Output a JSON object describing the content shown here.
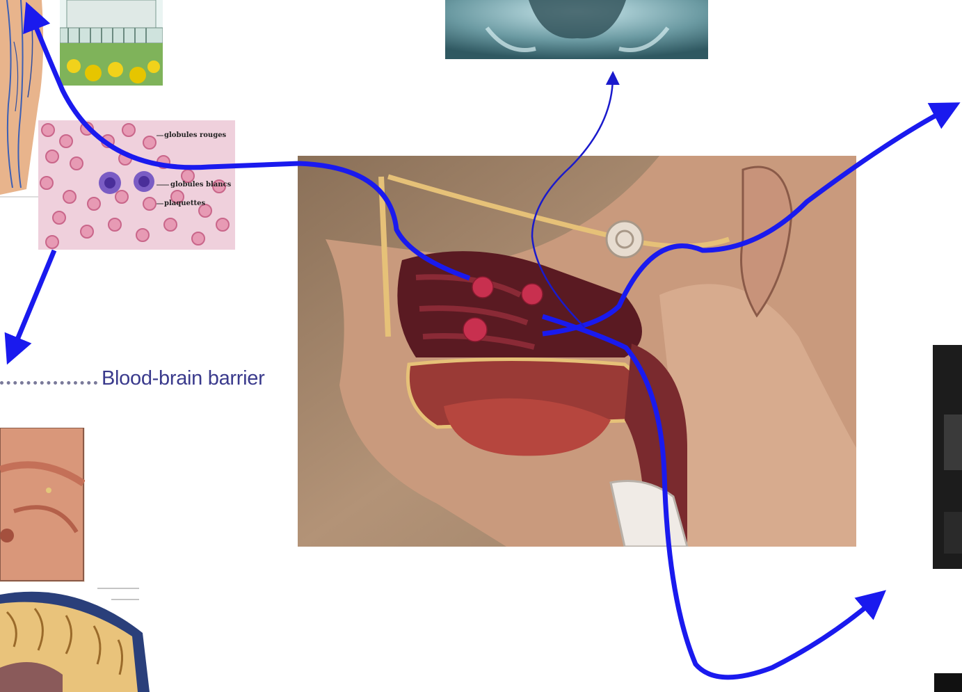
{
  "labels": {
    "blood_brain_barrier": "Blood-brain barrier"
  },
  "blood_smear": {
    "red_cells": "globules rouges",
    "white_cells": "globules blancs",
    "platelets": "plaquettes"
  },
  "icons": [
    "body-veins-illustration",
    "building-illustration",
    "xray-image",
    "blood-smear-image",
    "head-cross-section-image",
    "tissue-section-image",
    "brain-section-image",
    "dark-panel-image"
  ],
  "colors": {
    "arrow": "#1a1aee",
    "thin_arrow": "#1a1acc",
    "label": "#3a3a8c",
    "particle": "#c8304f"
  }
}
